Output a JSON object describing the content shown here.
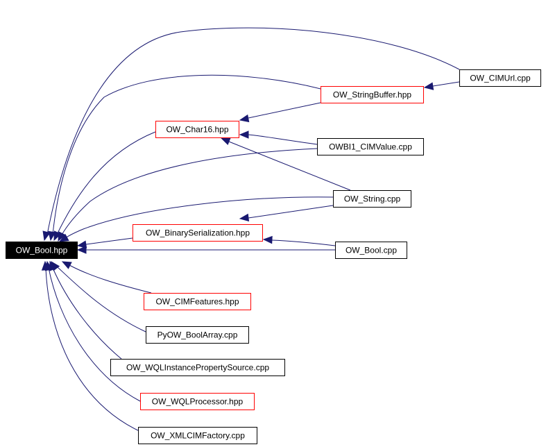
{
  "diagram": {
    "colors": {
      "edge": "#191970",
      "border_default": "#000000",
      "border_partial": "#ff0000",
      "root_fill": "#000000",
      "root_text": "#ffffff",
      "node_fill": "#ffffff",
      "node_text": "#000000"
    },
    "nodes": [
      {
        "id": "bool_hpp",
        "label": "OW_Bool.hpp",
        "kind": "root"
      },
      {
        "id": "cimurl_cpp",
        "label": "OW_CIMUrl.cpp",
        "kind": "normal"
      },
      {
        "id": "stringbuffer_hpp",
        "label": "OW_StringBuffer.hpp",
        "kind": "partial"
      },
      {
        "id": "char16_hpp",
        "label": "OW_Char16.hpp",
        "kind": "partial"
      },
      {
        "id": "owbi1_cimvalue_cpp",
        "label": "OWBI1_CIMValue.cpp",
        "kind": "normal"
      },
      {
        "id": "string_cpp",
        "label": "OW_String.cpp",
        "kind": "normal"
      },
      {
        "id": "binaryserialization_hpp",
        "label": "OW_BinarySerialization.hpp",
        "kind": "partial"
      },
      {
        "id": "bool_cpp",
        "label": "OW_Bool.cpp",
        "kind": "normal"
      },
      {
        "id": "cimfeatures_hpp",
        "label": "OW_CIMFeatures.hpp",
        "kind": "partial"
      },
      {
        "id": "pyow_boolarray_cpp",
        "label": "PyOW_BoolArray.cpp",
        "kind": "normal"
      },
      {
        "id": "wqlinstancepropertysource_cpp",
        "label": "OW_WQLInstancePropertySource.cpp",
        "kind": "normal"
      },
      {
        "id": "wqlprocessor_hpp",
        "label": "OW_WQLProcessor.hpp",
        "kind": "partial"
      },
      {
        "id": "xmlcimfactory_cpp",
        "label": "OW_XMLCIMFactory.cpp",
        "kind": "normal"
      }
    ],
    "edges": [
      {
        "from": "cimurl_cpp",
        "to": "bool_hpp"
      },
      {
        "from": "cimurl_cpp",
        "to": "stringbuffer_hpp"
      },
      {
        "from": "stringbuffer_hpp",
        "to": "bool_hpp"
      },
      {
        "from": "stringbuffer_hpp",
        "to": "char16_hpp"
      },
      {
        "from": "char16_hpp",
        "to": "bool_hpp"
      },
      {
        "from": "owbi1_cimvalue_cpp",
        "to": "char16_hpp"
      },
      {
        "from": "owbi1_cimvalue_cpp",
        "to": "bool_hpp"
      },
      {
        "from": "string_cpp",
        "to": "char16_hpp"
      },
      {
        "from": "string_cpp",
        "to": "bool_hpp"
      },
      {
        "from": "string_cpp",
        "to": "binaryserialization_hpp"
      },
      {
        "from": "binaryserialization_hpp",
        "to": "bool_hpp"
      },
      {
        "from": "bool_cpp",
        "to": "binaryserialization_hpp"
      },
      {
        "from": "bool_cpp",
        "to": "bool_hpp"
      },
      {
        "from": "cimfeatures_hpp",
        "to": "bool_hpp"
      },
      {
        "from": "pyow_boolarray_cpp",
        "to": "bool_hpp"
      },
      {
        "from": "wqlinstancepropertysource_cpp",
        "to": "bool_hpp"
      },
      {
        "from": "wqlprocessor_hpp",
        "to": "bool_hpp"
      },
      {
        "from": "xmlcimfactory_cpp",
        "to": "bool_hpp"
      }
    ]
  }
}
